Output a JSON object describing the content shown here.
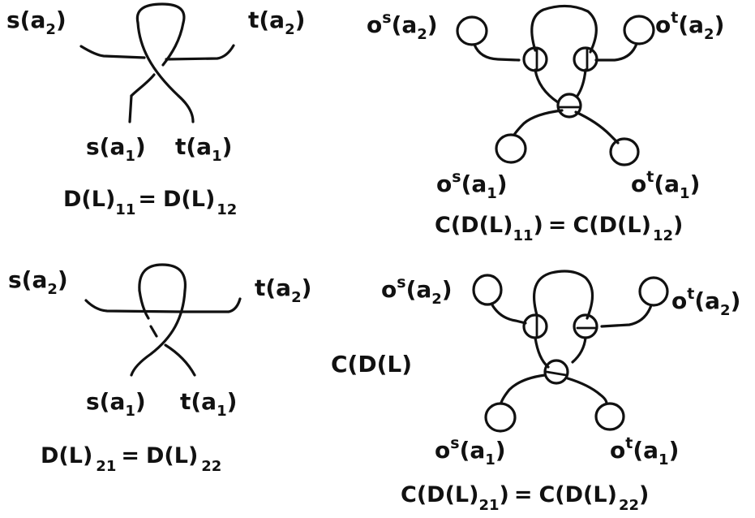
{
  "panels": {
    "top_left": {
      "s_a2": {
        "base": "s(a",
        "sub": "2",
        "close": ")"
      },
      "t_a2": {
        "base": "t(a",
        "sub": "2",
        "close": ")"
      },
      "s_a1": {
        "base": "s(a",
        "sub": "1",
        "close": ")"
      },
      "t_a1": {
        "base": "t(a",
        "sub": "1",
        "close": ")"
      },
      "equation": {
        "lhs": "D(L)",
        "lhs_sub": "11",
        "eq": "=",
        "rhs": "D(L)",
        "rhs_sub": "12"
      }
    },
    "top_right": {
      "os_a2": {
        "o": "o",
        "sup": "s",
        "base": "(a",
        "sub": "2",
        "close": ")"
      },
      "ot_a2": {
        "o": "o",
        "sup": "t",
        "base": "(a",
        "sub": "2",
        "close": ")"
      },
      "os_a1": {
        "o": "o",
        "sup": "s",
        "base": "(a",
        "sub": "1",
        "close": ")"
      },
      "ot_a1": {
        "o": "o",
        "sup": "t",
        "base": "(a",
        "sub": "1",
        "close": ")"
      },
      "equation": {
        "lhs": "C(D(L)",
        "lhs_sub": "11",
        "lhs_close": ")",
        "eq": "=",
        "rhs": "C(D(L)",
        "rhs_sub": "12",
        "rhs_close": ")"
      }
    },
    "bottom_left": {
      "s_a2": {
        "base": "s(a",
        "sub": "2",
        "close": ")"
      },
      "t_a2": {
        "base": "t(a",
        "sub": "2",
        "close": ")"
      },
      "s_a1": {
        "base": "s(a",
        "sub": "1",
        "close": ")"
      },
      "t_a1": {
        "base": "t(a",
        "sub": "1",
        "close": ")"
      },
      "equation": {
        "lhs": "D(L)",
        "lhs_sub": "21",
        "eq": "=",
        "rhs": "D(L)",
        "rhs_sub": "22"
      }
    },
    "bottom_right": {
      "side_label": "C(D(L)",
      "os_a2": {
        "o": "o",
        "sup": "s",
        "base": "(a",
        "sub": "2",
        "close": ")"
      },
      "ot_a2": {
        "o": "o",
        "sup": "t",
        "base": "(a",
        "sub": "2",
        "close": ")"
      },
      "os_a1": {
        "o": "o",
        "sup": "s",
        "base": "(a",
        "sub": "1",
        "close": ")"
      },
      "ot_a1": {
        "o": "o",
        "sup": "t",
        "base": "(a",
        "sub": "1",
        "close": ")"
      },
      "equation": {
        "lhs": "C(D(L)",
        "lhs_sub": "21",
        "lhs_close": ")",
        "eq": "=",
        "rhs": "C(D(L)",
        "rhs_sub": "22",
        "rhs_close": ")"
      }
    }
  },
  "colors": {
    "ink": "#111111",
    "background": "#ffffff"
  }
}
